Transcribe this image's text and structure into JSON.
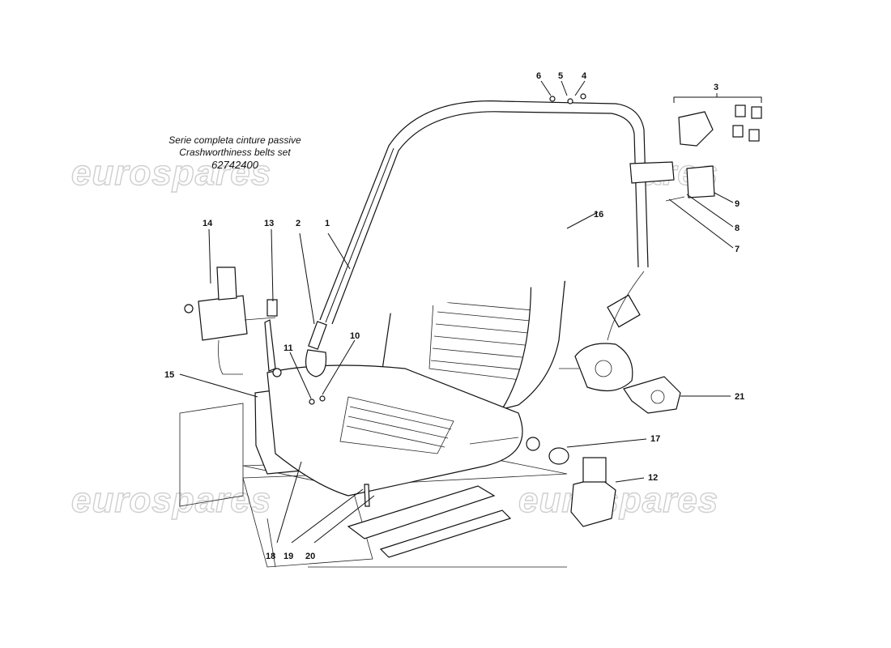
{
  "title": {
    "line1": "Serie completa cinture passive",
    "line2": "Crashworthiness belts set",
    "code": "62742400"
  },
  "watermark": "eurospares",
  "callouts": [
    "1",
    "2",
    "3",
    "4",
    "5",
    "6",
    "7",
    "8",
    "9",
    "10",
    "11",
    "12",
    "13",
    "14",
    "15",
    "16",
    "17",
    "18",
    "19",
    "20",
    "21"
  ],
  "colors": {
    "line": "#111111",
    "watermark_outline": "#cfcfcf",
    "background": "#ffffff"
  }
}
